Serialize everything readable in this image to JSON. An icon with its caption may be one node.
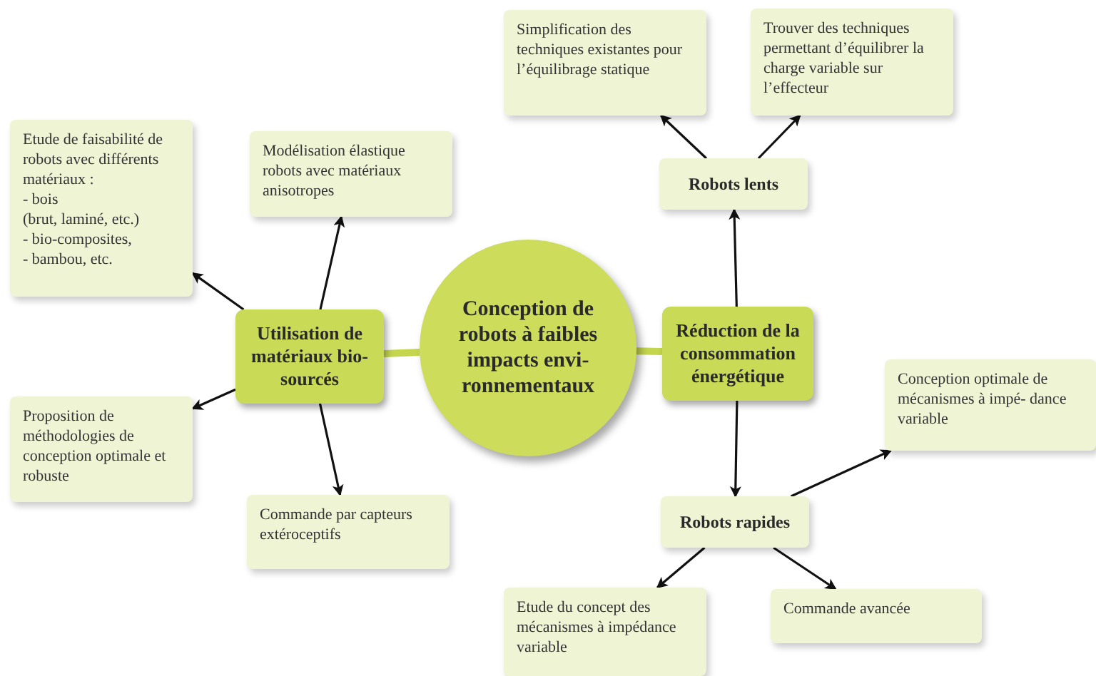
{
  "diagram": {
    "nodes": [
      {
        "text": [
          "Conception de robots à faibles impacts envi- ronnementaux"
        ]
      },
      {
        "text": [
          "Utilisation de matériaux bio-sourcés"
        ]
      },
      {
        "text": [
          "Etude de faisabilité de robots avec différents matériaux :",
          "- bois",
          "(brut, laminé, etc.)",
          "- bio-composites,",
          "- bambou, etc."
        ]
      },
      {
        "text": [
          "Modélisation élastique robots avec matériaux anisotropes"
        ]
      },
      {
        "text": [
          "Proposition de méthodologies de conception optimale et robuste"
        ]
      },
      {
        "text": [
          "Commande par capteurs extéroceptifs"
        ]
      },
      {
        "text": [
          "Réduction de la consommation énergétique"
        ]
      },
      {
        "text": [
          "Robots lents"
        ]
      },
      {
        "text": [
          "Simplification des techniques existantes pour l’équilibrage statique"
        ]
      },
      {
        "text": [
          "Trouver des techniques permettant d’équilibrer la charge variable sur l’effecteur"
        ]
      },
      {
        "text": [
          "Robots rapides"
        ]
      },
      {
        "text": [
          "Conception optimale de mécanismes à impé- dance variable"
        ]
      },
      {
        "text": [
          "Etude du concept des mécanismes à impédance variable"
        ]
      },
      {
        "text": [
          "Commande avancée"
        ]
      }
    ],
    "edges": [
      {
        "from": 0,
        "to": 1,
        "arrow": "none",
        "style": "thick",
        "color": "#c5d64e"
      },
      {
        "from": 0,
        "to": 6,
        "arrow": "none",
        "style": "thick",
        "color": "#c5d64e"
      },
      {
        "from": 1,
        "to": 2,
        "arrow": "to"
      },
      {
        "from": 1,
        "to": 3,
        "arrow": "to"
      },
      {
        "from": 1,
        "to": 4,
        "arrow": "to"
      },
      {
        "from": 1,
        "to": 5,
        "arrow": "to"
      },
      {
        "from": 6,
        "to": 7,
        "arrow": "to"
      },
      {
        "from": 6,
        "to": 10,
        "arrow": "to"
      },
      {
        "from": 7,
        "to": 8,
        "arrow": "to"
      },
      {
        "from": 7,
        "to": 9,
        "arrow": "to"
      },
      {
        "from": 10,
        "to": 11,
        "arrow": "to"
      },
      {
        "from": 10,
        "to": 12,
        "arrow": "to"
      },
      {
        "from": 10,
        "to": 13,
        "arrow": "to"
      }
    ]
  }
}
